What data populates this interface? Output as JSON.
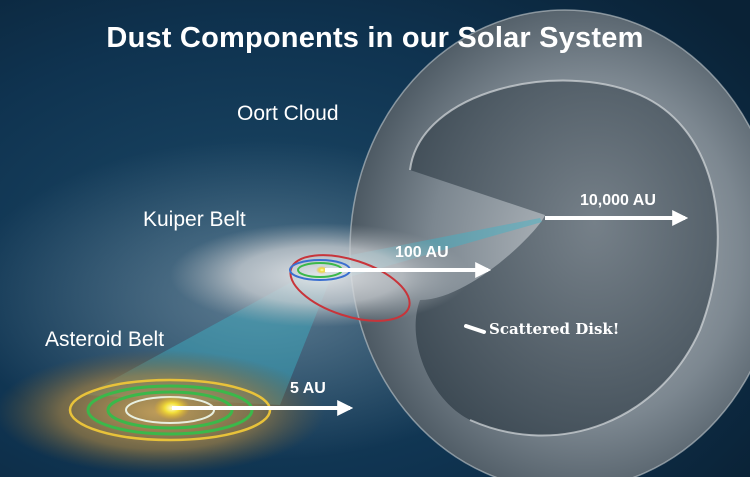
{
  "title": "Dust Components in our Solar System",
  "regions": {
    "oort_cloud": "Oort Cloud",
    "kuiper_belt": "Kuiper Belt",
    "asteroid_belt": "Asteroid Belt"
  },
  "distances": {
    "oort": "10,000 AU",
    "kuiper": "100 AU",
    "asteroid": "5 AU"
  },
  "annotation": "Scattered Disk!",
  "colors": {
    "background": "#0c2c45",
    "arrow": "#ffffff",
    "kuiper_orbit": "#c8343a",
    "orbit_green": "#3bb84a",
    "orbit_yellow": "#e8c23a",
    "zoom_cone": "#3fb3c8"
  }
}
